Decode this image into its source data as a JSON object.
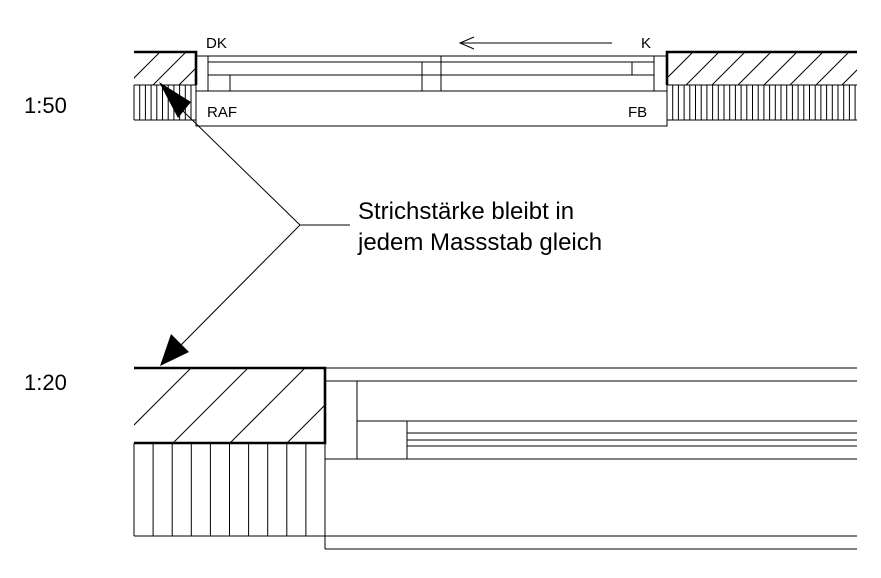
{
  "scales": {
    "top": "1:50",
    "bottom": "1:20"
  },
  "labels": {
    "dk": "DK",
    "k": "K",
    "raf": "RAF",
    "fb": "FB"
  },
  "annotation": {
    "line1": "Strichstärke bleibt in",
    "line2": "jedem Massstab gleich"
  },
  "colors": {
    "line": "#000000",
    "background": "#ffffff"
  }
}
